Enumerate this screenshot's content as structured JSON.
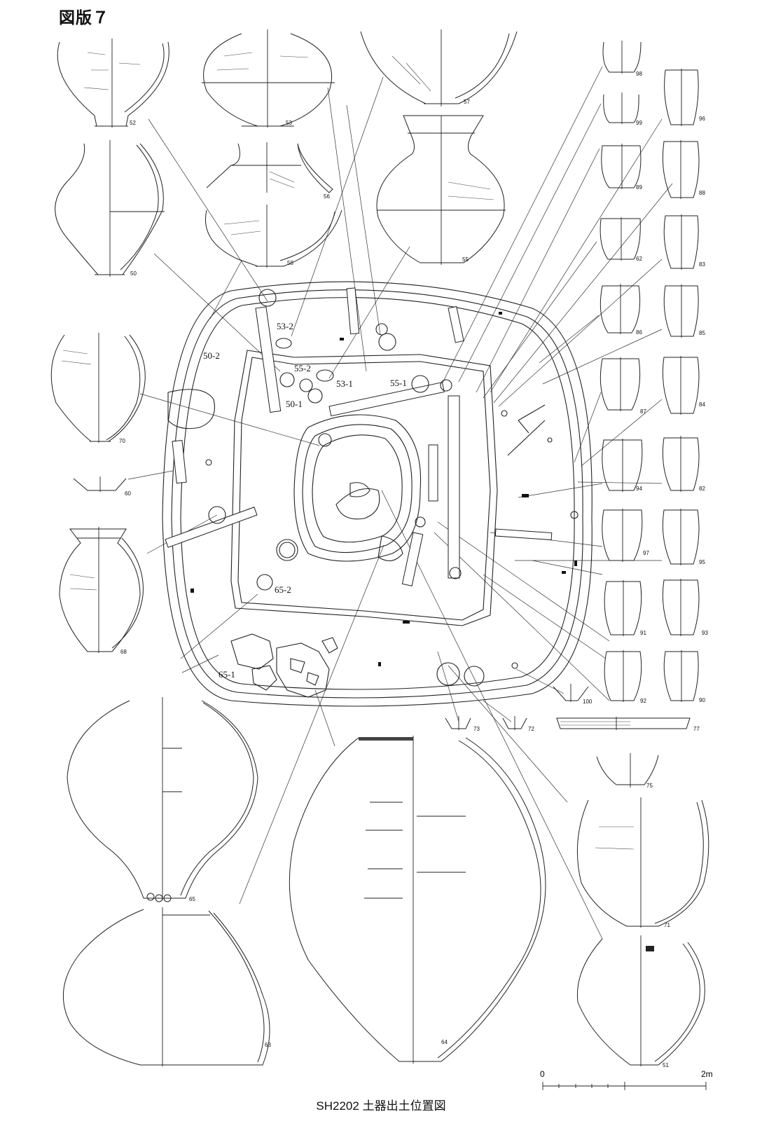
{
  "plate": {
    "title": "図版７"
  },
  "caption": "SH2202 土器出土位置図",
  "scale": {
    "start": "0",
    "end": "2m"
  },
  "plan_labels": {
    "l50_1": "50-1",
    "l50_2": "50-2",
    "l53_1": "53-1",
    "l53_2": "53-2",
    "l55_1": "55-1",
    "l55_2": "55-2",
    "l65_1": "65-1",
    "l65_2": "65-2"
  },
  "vessel_numbers": {
    "n52": "52",
    "n53": "53",
    "n57": "57",
    "n50": "50",
    "n56": "56",
    "n58": "58",
    "n55": "55",
    "n70": "70",
    "n60": "60",
    "n68": "68",
    "n65": "65",
    "n63": "63",
    "n64": "64",
    "n71": "71",
    "n51": "51",
    "n73": "73",
    "n72": "72",
    "n100": "100",
    "n77": "77",
    "n75": "75",
    "n98": "98",
    "n99": "99",
    "n89": "89",
    "n62": "62",
    "n86": "86",
    "n87": "87",
    "n94": "94",
    "n97": "97",
    "n91": "91",
    "n92": "92",
    "n96": "96",
    "n88": "88",
    "n83a": "83",
    "n85": "85",
    "n84": "84",
    "n82": "82",
    "n95": "95",
    "n93": "93",
    "n90": "90"
  }
}
